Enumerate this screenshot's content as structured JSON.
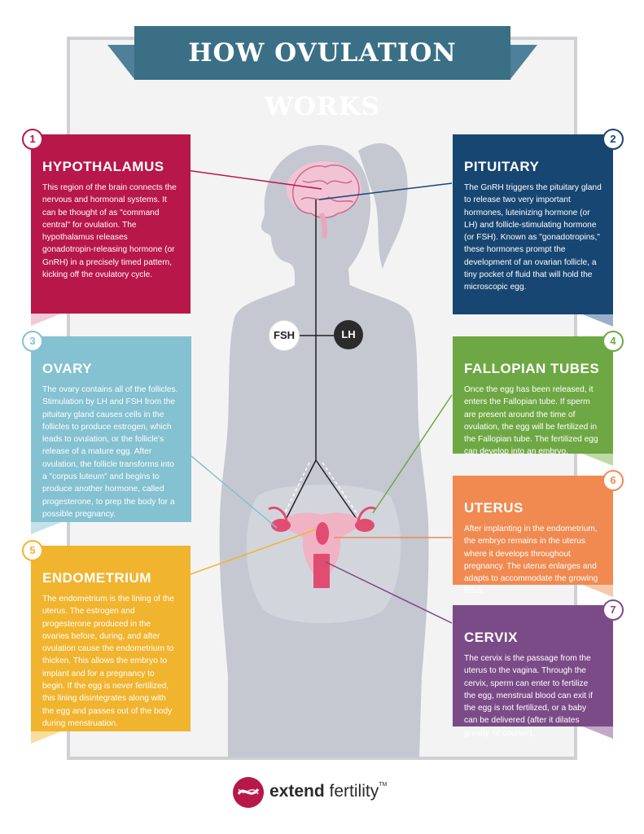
{
  "title": "HOW OVULATION WORKS",
  "colors": {
    "hypothalamus": "#b8174a",
    "pituitary": "#174672",
    "ovary": "#84c1d1",
    "fallopian": "#6ea844",
    "uterus": "#f08a51",
    "endometrium": "#f1b42f",
    "cervix": "#7b4b87",
    "body": "#c5c7d1"
  },
  "hormones": {
    "fsh": "FSH",
    "lh": "LH"
  },
  "sections": {
    "hypothalamus": {
      "number": "1",
      "title": "HYPOTHALAMUS",
      "text": "This region of the brain connects the nervous and hormonal systems. It can be thought of as \"command central\" for ovulation. The hypothalamus releases gonadotropin-releasing hormone (or GnRH) in a precisely timed pattern, kicking off the ovulatory cycle."
    },
    "pituitary": {
      "number": "2",
      "title": "PITUITARY",
      "text": "The GnRH triggers the pituitary gland to release two very important hormones, luteinizing hormone (or LH) and follicle-stimulating hormone (or FSH). Known as \"gonadotropins,\" these hormones prompt the development of an ovarian follicle, a tiny pocket of fluid that will hold the microscopic egg."
    },
    "ovary": {
      "number": "3",
      "title": "OVARY",
      "text": "The ovary contains all of the follicles. Stimulation by LH and FSH from the pituitary gland causes cells in the follicles to produce estrogen, which leads to ovulation, or the follicle's release of a mature egg. After ovulation, the follicle transforms into a \"corpus luteum\" and begins to produce another hormone, called progesterone, to prep the body for a possible pregnancy."
    },
    "fallopian": {
      "number": "4",
      "title": "FALLOPIAN TUBES",
      "text": "Once the egg has been released, it enters the Fallopian tube. If sperm are present around the time of ovulation, the egg will be fertilized in the Fallopian tube. The fertilized egg can develop into an embryo."
    },
    "endometrium": {
      "number": "5",
      "title": "ENDOMETRIUM",
      "text": "The endometrium is the lining of the uterus. The estrogen and progesterone produced in the ovaries before, during, and after ovulation cause the endometrium to thicken. This allows the embryo to implant and for a pregnancy to begin. If the egg is never fertilized, this lining disintegrates along with the egg and passes out of the body during menstruation."
    },
    "uterus": {
      "number": "6",
      "title": "UTERUS",
      "text": "After implanting in the endometrium, the embryo remains in the uterus where it develops throughout pregnancy. The uterus enlarges and adapts to accommodate the growing fetus."
    },
    "cervix": {
      "number": "7",
      "title": "CERVIX",
      "text": "The cervix is the passage from the uterus to the vagina. Through the cervix, sperm can enter to fertilize the egg, menstrual blood can exit if the egg is not fertilized, or a baby can be delivered (after it dilates greatly, of course!)."
    }
  },
  "logo": {
    "word1": "extend",
    "word2": "fertility",
    "tm": "TM"
  }
}
